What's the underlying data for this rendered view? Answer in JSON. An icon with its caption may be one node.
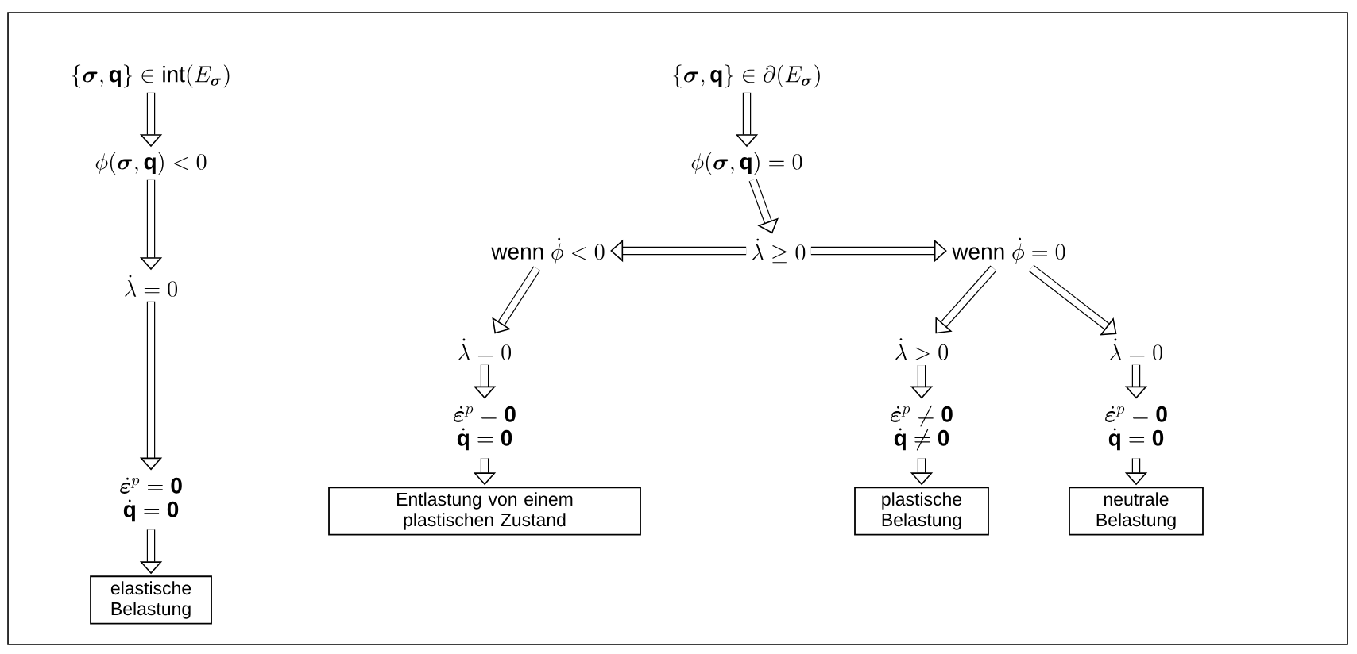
{
  "diagram": {
    "nodes": [
      {
        "text": [
          "\\{\\boldsymbol{\\sigma},\\mathbf{q}\\}\\in\\mathrm{int}(E_{\\boldsymbol{\\sigma}})"
        ]
      },
      {
        "text": [
          "\\phi(\\boldsymbol{\\sigma},\\mathbf{q})<0"
        ]
      },
      {
        "text": [
          "\\dot{\\lambda}=0"
        ]
      },
      {
        "text": [
          "\\dot{\\boldsymbol{\\varepsilon}}^{p}=\\mathbf{0}",
          "\\dot{\\mathbf{q}}=\\mathbf{0}"
        ]
      },
      {
        "text": [
          "elastische Belastung"
        ]
      },
      {
        "text": [
          "\\{\\boldsymbol{\\sigma},\\mathbf{q}\\}\\in\\partial(E_{\\boldsymbol{\\sigma}})"
        ]
      },
      {
        "text": [
          "\\phi(\\boldsymbol{\\sigma},\\mathbf{q})=0"
        ]
      },
      {
        "text": [
          "\\dot{\\lambda}\\geq 0"
        ]
      },
      {
        "text": [
          "\\text{wenn }\\dot{\\phi}<0"
        ]
      },
      {
        "text": [
          "\\text{wenn }\\dot{\\phi}=0"
        ]
      },
      {
        "text": [
          "\\dot{\\lambda}=0"
        ]
      },
      {
        "text": [
          "\\dot{\\boldsymbol{\\varepsilon}}^{p}=\\mathbf{0}",
          "\\dot{\\mathbf{q}}=\\mathbf{0}"
        ]
      },
      {
        "text": [
          "Entlastung von einem plastischen Zustand"
        ]
      },
      {
        "text": [
          "\\dot{\\lambda}>0"
        ]
      },
      {
        "text": [
          "\\dot{\\boldsymbol{\\varepsilon}}^{p}\\neq\\mathbf{0}",
          "\\dot{\\mathbf{q}}\\neq\\mathbf{0}"
        ]
      },
      {
        "text": [
          "plastische Belastung"
        ]
      },
      {
        "text": [
          "\\dot{\\lambda}=0"
        ]
      },
      {
        "text": [
          "\\dot{\\boldsymbol{\\varepsilon}}^{p}=\\mathbf{0}",
          "\\dot{\\mathbf{q}}=\\mathbf{0}"
        ]
      },
      {
        "text": [
          "neutrale Belastung"
        ]
      }
    ],
    "edges": [
      {
        "from": 0,
        "to": 1,
        "arrow": "to"
      },
      {
        "from": 1,
        "to": 2,
        "arrow": "to"
      },
      {
        "from": 2,
        "to": 3,
        "arrow": "to"
      },
      {
        "from": 3,
        "to": 4,
        "arrow": "to"
      },
      {
        "from": 5,
        "to": 6,
        "arrow": "to"
      },
      {
        "from": 6,
        "to": 7,
        "arrow": "to"
      },
      {
        "from": 7,
        "to": 8,
        "arrow": "to"
      },
      {
        "from": 7,
        "to": 9,
        "arrow": "to"
      },
      {
        "from": 8,
        "to": 10,
        "arrow": "to"
      },
      {
        "from": 10,
        "to": 11,
        "arrow": "to"
      },
      {
        "from": 11,
        "to": 12,
        "arrow": "to"
      },
      {
        "from": 9,
        "to": 13,
        "arrow": "to"
      },
      {
        "from": 9,
        "to": 16,
        "arrow": "to"
      },
      {
        "from": 13,
        "to": 14,
        "arrow": "to"
      },
      {
        "from": 14,
        "to": 15,
        "arrow": "to"
      },
      {
        "from": 16,
        "to": 17,
        "arrow": "to"
      },
      {
        "from": 17,
        "to": 18,
        "arrow": "to"
      }
    ]
  }
}
